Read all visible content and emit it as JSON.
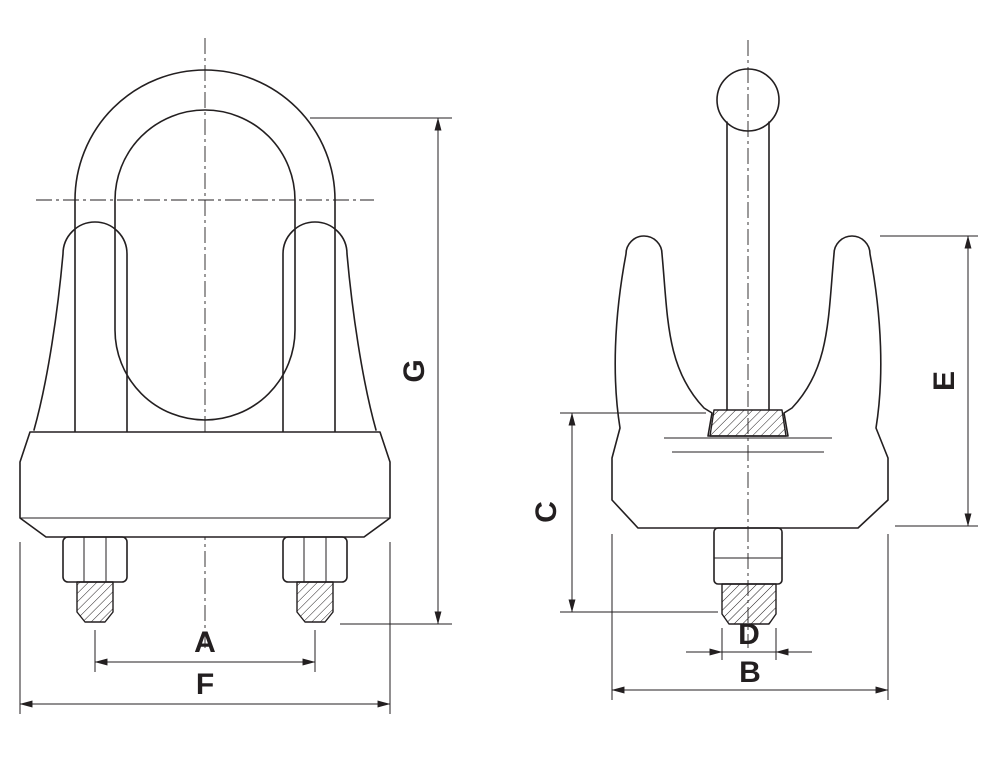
{
  "diagram": {
    "description": "Two-view engineering line drawing of a wire rope clip (U-bolt clamp) with dimension callouts",
    "labels": {
      "A": "A",
      "B": "B",
      "C": "C",
      "D": "D",
      "E": "E",
      "F": "F",
      "G": "G"
    },
    "front_view_dimensions": [
      "A",
      "F",
      "G"
    ],
    "side_view_dimensions": [
      "B",
      "C",
      "D",
      "E"
    ],
    "colors": {
      "line": "#231f20",
      "background": "#ffffff"
    }
  }
}
